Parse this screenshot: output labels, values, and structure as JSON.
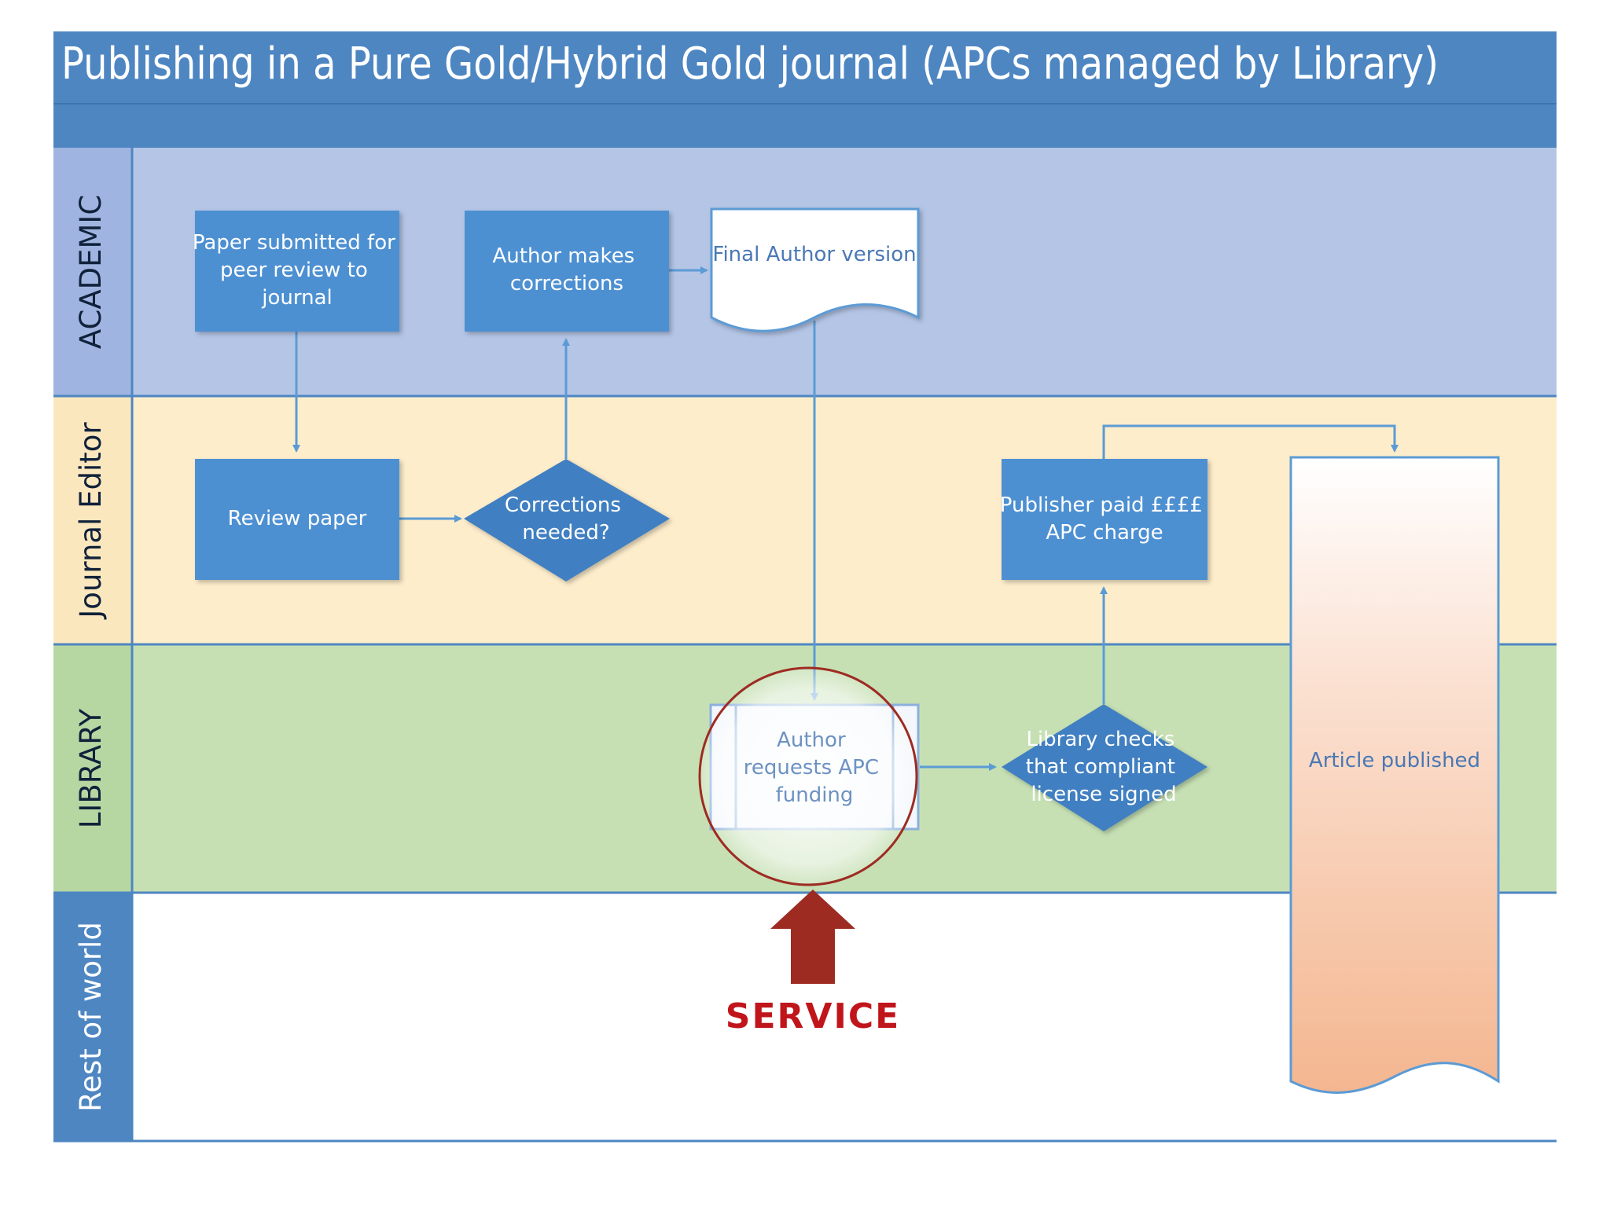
{
  "title": "Publishing in a Pure Gold/Hybrid Gold journal (APCs managed by Library)",
  "lanes": [
    {
      "label": "ACADEMIC",
      "color": "#b4c5e6"
    },
    {
      "label": "Journal Editor",
      "color": "#fdedcb"
    },
    {
      "label": "LIBRARY",
      "color": "#c6e0b4"
    },
    {
      "label": "Rest of world",
      "color": "#ffffff"
    }
  ],
  "nodes": {
    "submitted": [
      "Paper submitted for",
      "peer review to",
      "journal"
    ],
    "corrections": [
      "Author makes",
      "corrections"
    ],
    "final_version": [
      "Final Author version"
    ],
    "review": [
      "Review paper"
    ],
    "decision": [
      "Corrections",
      "needed?"
    ],
    "publisher_paid": [
      "Publisher paid ££££",
      "APC charge"
    ],
    "article_published": [
      "Article published"
    ],
    "request_funding": [
      "Author",
      "requests APC",
      "funding"
    ],
    "library_checks": [
      "Library checks",
      "that compliant",
      "license signed"
    ]
  },
  "callout": {
    "label": "SERVICE",
    "color": "#9e2b22"
  },
  "colors": {
    "header": "#4e86c2",
    "process": "#4e90d2",
    "connector": "#5b9bd5"
  }
}
